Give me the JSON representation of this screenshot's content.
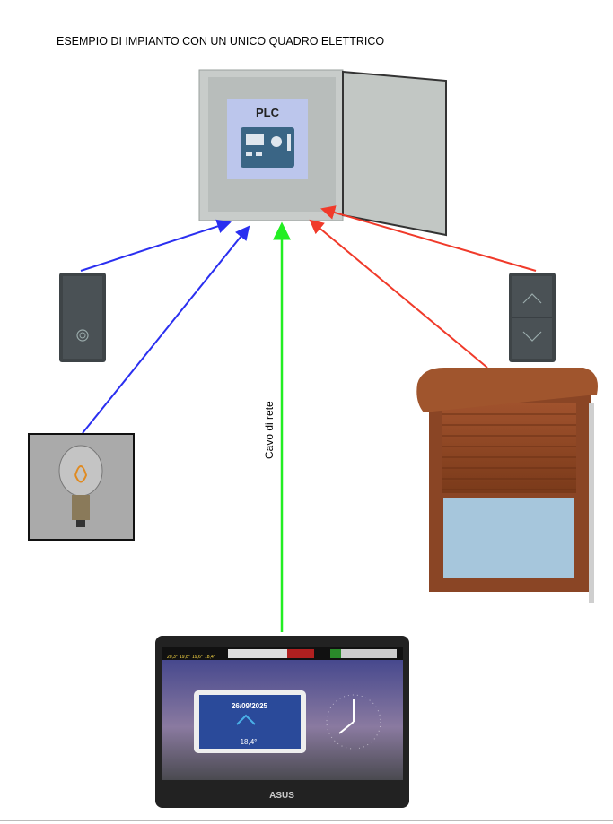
{
  "title": "ESEMPIO DI IMPIANTO CON UN UNICO QUADRO ELETTRICO",
  "plc_label": "PLC",
  "cable_label": "Cavo di rete",
  "tablet": {
    "brand": "ASUS",
    "temperatures": [
      "20,3°",
      "19,8°",
      "19,6°",
      "18,4°"
    ],
    "inner_date": "26/09/2025",
    "inner_temp": "18,4°"
  },
  "colors": {
    "blue": "#2a2ff0",
    "green": "#22ee22",
    "red": "#f03a2a"
  }
}
